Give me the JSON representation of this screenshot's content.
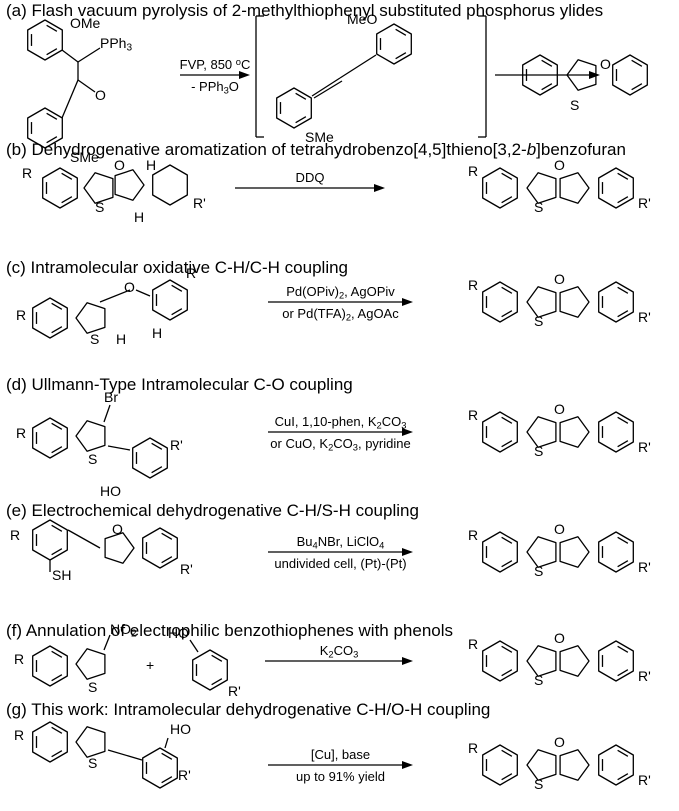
{
  "sections": [
    {
      "letter": "(a)",
      "title": "Flash vacuum pyrolysis of 2-methylthiophenyl substituted phosphorus ylides",
      "conditions": [
        "FVP, 850 °C",
        "- PPh3O"
      ],
      "labels": [
        "OMe",
        "PPh3",
        "O",
        "SMe",
        "MeO",
        "SMe",
        "O",
        "S"
      ]
    },
    {
      "letter": "(b)",
      "title_pre": "Dehydrogenative aromatization of tetrahydrobenzo[4,5]thieno[3,2-",
      "title_ital": "b",
      "title_post": "]benzofuran",
      "conditions": [
        "DDQ"
      ],
      "labels": [
        "R",
        "O",
        "H",
        "H",
        "S",
        "R'",
        "R",
        "O",
        "S",
        "R'"
      ]
    },
    {
      "letter": "(c)",
      "title": "Intramolecular oxidative C-H/C-H coupling",
      "conditions": [
        "Pd(OPiv)2, AgOPiv",
        "or Pd(TFA)2, AgOAc"
      ],
      "labels": [
        "O",
        "R'",
        "R",
        "S",
        "H",
        "H",
        "R",
        "O",
        "S",
        "R'"
      ]
    },
    {
      "letter": "(d)",
      "title": "Ullmann-Type Intramolecular C-O coupling",
      "conditions": [
        "CuI, 1,10-phen,  K2CO3",
        "or CuO, K2CO3, pyridine"
      ],
      "labels": [
        "Br",
        "R",
        "S",
        "R'",
        "HO",
        "R",
        "O",
        "S",
        "R'"
      ]
    },
    {
      "letter": "(e)",
      "title": "Electrochemical dehydrogenative C-H/S-H coupling",
      "conditions": [
        "Bu4NBr, LiClO4",
        "undivided cell, (Pt)-(Pt)"
      ],
      "labels": [
        "R",
        "O",
        "SH",
        "R'",
        "R",
        "O",
        "S",
        "R'"
      ]
    },
    {
      "letter": "(f)",
      "title": "Annulation of electrophilic benzothiophenes with phenols",
      "conditions": [
        "K2CO3"
      ],
      "labels": [
        "NO2",
        "R",
        "S",
        "+",
        "HO",
        "R'",
        "R",
        "O",
        "S",
        "R'"
      ]
    },
    {
      "letter": "(g)",
      "title": "This work: Intramolecular dehydrogenative C-H/O-H coupling",
      "conditions": [
        "[Cu], base",
        "up to 91% yield"
      ],
      "labels": [
        "R",
        "S",
        "HO",
        "R'",
        "R",
        "O",
        "S",
        "R'"
      ]
    }
  ]
}
